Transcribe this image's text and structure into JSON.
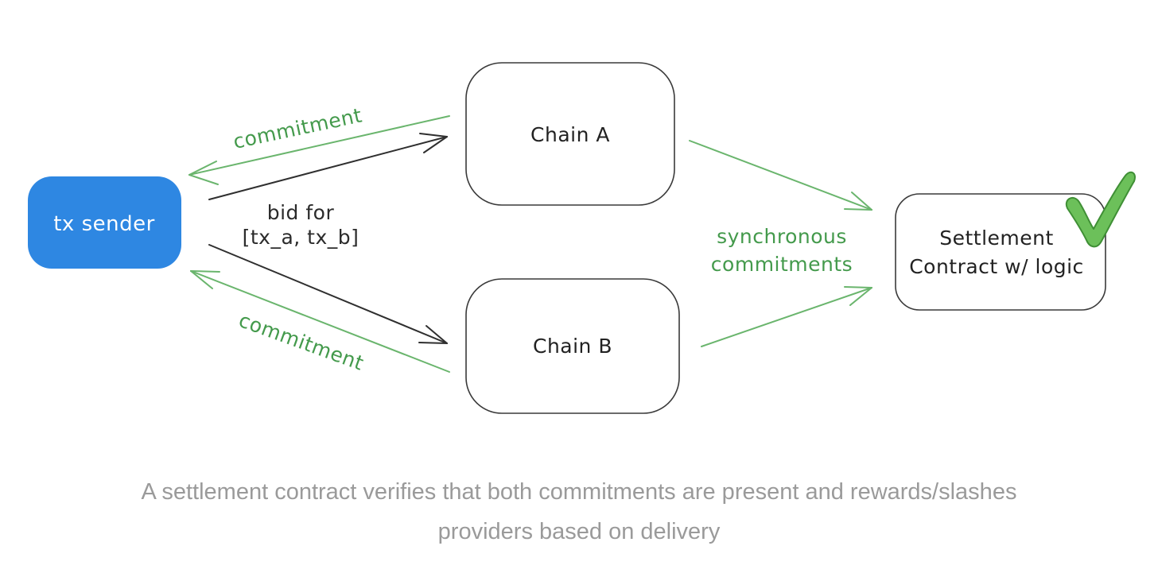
{
  "diagram": {
    "nodes": {
      "tx_sender": {
        "label": "tx sender",
        "fill": "#2e87e2",
        "text_color": "#ffffff"
      },
      "chain_a": {
        "label": "Chain A",
        "fill": "#ffffff",
        "border": "#3a3a3a"
      },
      "chain_b": {
        "label": "Chain B",
        "fill": "#ffffff",
        "border": "#3a3a3a"
      },
      "settlement": {
        "label_line1": "Settlement",
        "label_line2": "Contract w/ logic",
        "fill": "#ffffff",
        "border": "#3a3a3a"
      }
    },
    "edges": {
      "commitment_top": {
        "label": "commitment",
        "color": "#449a4c",
        "direction": "chain-a-to-tx-sender"
      },
      "commitment_bottom": {
        "label": "commitment",
        "color": "#449a4c",
        "direction": "chain-b-to-tx-sender"
      },
      "bid": {
        "label_line1": "bid for",
        "label_line2": "[tx_a, tx_b]",
        "color": "#2f2f2f",
        "direction": "tx-sender-to-chains"
      },
      "synchronous": {
        "label_line1": "synchronous",
        "label_line2": "commitments",
        "color": "#449a4c",
        "direction": "chains-to-settlement"
      }
    },
    "colors": {
      "green_line": "#6ab56d",
      "green_text": "#449a4c",
      "black_line": "#2f2f2f",
      "check_fill": "#6cc05a",
      "check_stroke": "#3f8f35"
    },
    "icons": {
      "check": "checkmark"
    }
  },
  "caption": {
    "line1": "A settlement contract verifies that both commitments are present and rewards/slashes",
    "line2": "providers based on delivery",
    "color": "#9a9a9a"
  }
}
